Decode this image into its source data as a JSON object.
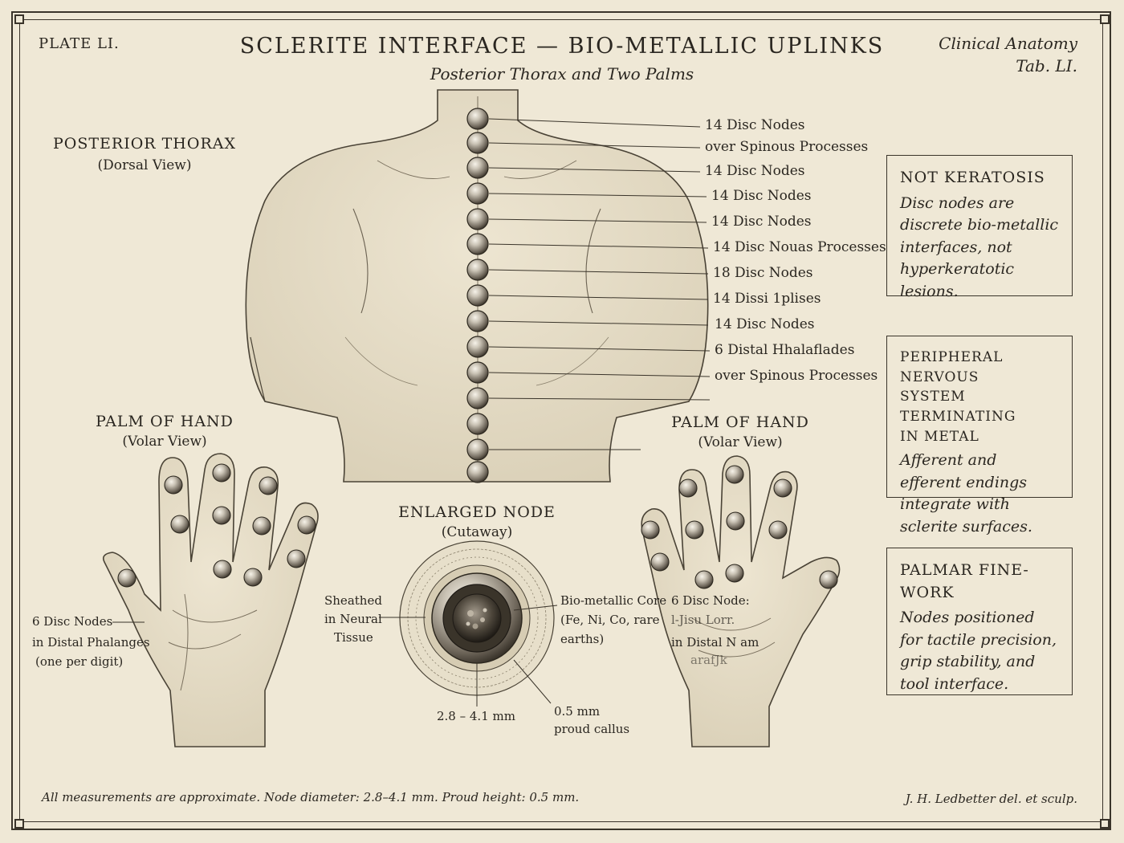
{
  "plate_label": "PLATE LI.",
  "title": "SCLERITE INTERFACE — BIO-METALLIC UPLINKS",
  "subtitle": "Posterior Thorax and Two Palms",
  "corner_note": {
    "line1": "Clinical Anatomy",
    "line2": "Tab. LI."
  },
  "thorax": {
    "heading": "POSTERIOR THORAX",
    "subheading": "(Dorsal View)",
    "labels": [
      "14 Disc Nodes",
      "over Spinous Processes",
      "14 Disc Nodes",
      "14 Disc Nodes",
      "14 Disc Nodes",
      "14 Disc Nouas Processes",
      "18 Disc Nodes",
      "14 Dissi 1plises",
      "14 Disc Nodes",
      "6 Distal Hhalaflades",
      "over Spinous Processes"
    ]
  },
  "left_palm": {
    "heading": "PALM OF HAND",
    "subheading": "(Volar View)",
    "callout": {
      "line1": "6 Disc Nodes",
      "line2": "in Distal Phalanges",
      "line3": "(one per digit)"
    }
  },
  "right_palm": {
    "heading": "PALM OF HAND",
    "subheading": "(Volar View)",
    "callout": {
      "line1": "6 Disc Node:",
      "line2": "l-Jisu Lorr.",
      "line3": "in Distal  N am",
      "line4": "arafJk"
    }
  },
  "node": {
    "heading": "ENLARGED NODE",
    "subheading": "(Cutaway)",
    "sheath": {
      "line1": "Sheathed",
      "line2": "in Neural",
      "line3": "Tissue"
    },
    "core": {
      "line1": "Bio-metallic Core",
      "line2": "(Fe, Ni, Co, rare",
      "line3": "earths)"
    },
    "diameter": "2.8 – 4.1 mm",
    "callus": {
      "line1": "0.5 mm",
      "line2": "proud callus"
    }
  },
  "boxes": [
    {
      "title_lines": [
        "NOT KERATOSIS"
      ],
      "body": "Disc nodes are discrete bio-metallic interfaces, not hyperkeratotic lesions."
    },
    {
      "title_lines": [
        "PERIPHERAL NERVOUS",
        "SYSTEM TERMINATING",
        "IN METAL"
      ],
      "body": "Afferent and efferent endings integrate with sclerite surfaces."
    },
    {
      "title_lines": [
        "PALMAR FINE-WORK"
      ],
      "body": "Nodes positioned for tactile precision, grip stability, and tool interface."
    }
  ],
  "footer_left": "All measurements are approximate. Node diameter: 2.8–4.1 mm. Proud height: 0.5 mm.",
  "footer_right": "J. H. Ledbetter del. et sculp.",
  "colors": {
    "paper": "#efe8d6",
    "ink": "#2a2620",
    "skin": "#e6ddc7",
    "metal": "#8c8478"
  }
}
